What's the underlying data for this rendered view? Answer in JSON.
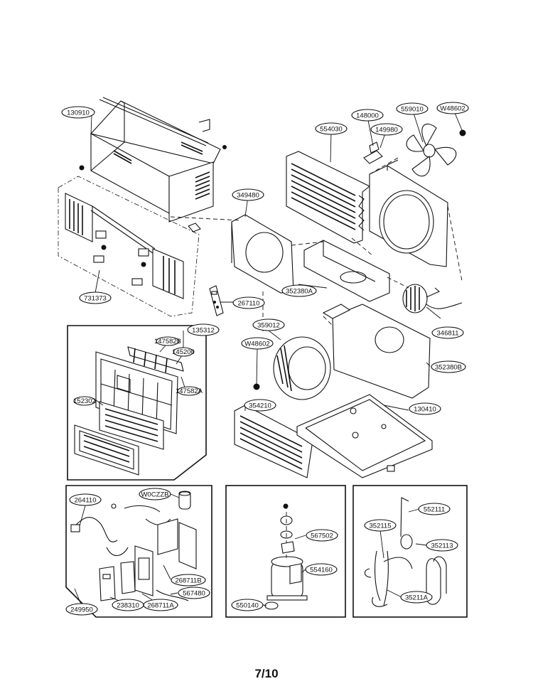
{
  "page": {
    "number": "7/10"
  },
  "labels": {
    "p130910": "130910",
    "p148000": "148000",
    "p559010": "559010",
    "pW48602a": "W48602",
    "p554030": "554030",
    "p149980": "149980",
    "p349480": "349480",
    "p731373": "731373",
    "p267110": "267110",
    "p352380A": "352380A",
    "p346811": "346811",
    "p135312": "135312",
    "p147582B": "147582B",
    "p145200": "145200",
    "p147582A": "147582A",
    "p152302": "152302",
    "p359012": "359012",
    "pW48602b": "W48602",
    "p352380B": "352380B",
    "p354210": "354210",
    "p130410": "130410",
    "p264110": "264110",
    "pW0CZZB": "W0CZZB",
    "p268711B": "268711B",
    "p567480": "567480",
    "p249950": "249950",
    "p238310": "238310",
    "p268711A": "268711A",
    "p567502": "567502",
    "p554160": "554160",
    "p550140": "550140",
    "p552111": "552111",
    "p352115": "352115",
    "p352113": "352113",
    "p35211A": "35211A"
  }
}
